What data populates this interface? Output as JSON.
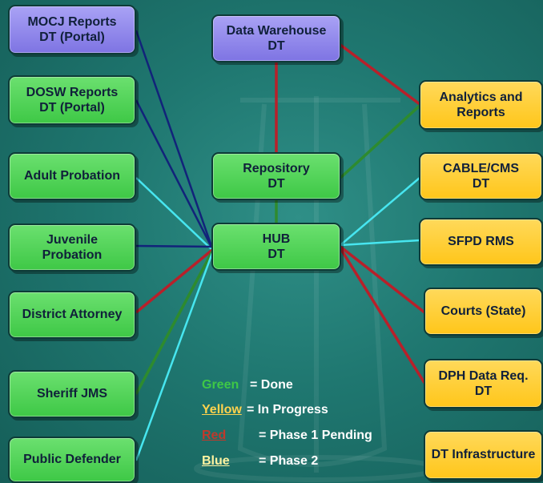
{
  "nodes": {
    "mocj": "MOCJ Reports\nDT (Portal)",
    "dosw": "DOSW Reports\nDT (Portal)",
    "adult_probation": "Adult Probation",
    "juvenile_probation": "Juvenile\nProbation",
    "district_attorney": "District Attorney",
    "sheriff_jms": "Sheriff JMS",
    "public_defender": "Public Defender",
    "data_warehouse": "Data Warehouse\nDT",
    "repository": "Repository\nDT",
    "hub": "HUB\nDT",
    "analytics": "Analytics and\nReports",
    "cable_cms": "CABLE/CMS\nDT",
    "sfpd_rms": "SFPD  RMS",
    "courts_state": "Courts (State)",
    "dph": "DPH Data Req.\nDT",
    "dt_infrastructure": "DT Infrastructure"
  },
  "legend": [
    {
      "key": "Green",
      "value": "= Done",
      "color": "#3ec846"
    },
    {
      "key": "Yellow",
      "value": "= In Progress",
      "color": "#ffd24d"
    },
    {
      "key": "Red",
      "value": "= Phase 1 Pending",
      "color": "#c0392b"
    },
    {
      "key": "Blue",
      "value": "= Phase 2",
      "color": "#fff3a0"
    }
  ],
  "colors": {
    "done_link": "#2e8b2e",
    "pending_link": "#b8202a",
    "phase2_link": "#47e6f0",
    "navy_link": "#12237a"
  },
  "connections": [
    {
      "from": "mocj",
      "to": "hub",
      "color": "navy"
    },
    {
      "from": "dosw",
      "to": "hub",
      "color": "navy"
    },
    {
      "from": "adult_probation",
      "to": "hub",
      "color": "cyan"
    },
    {
      "from": "juvenile_probation",
      "to": "hub",
      "color": "navy"
    },
    {
      "from": "district_attorney",
      "to": "hub",
      "color": "red"
    },
    {
      "from": "sheriff_jms",
      "to": "hub",
      "color": "green"
    },
    {
      "from": "public_defender",
      "to": "hub",
      "color": "cyan"
    },
    {
      "from": "data_warehouse",
      "to": "repository",
      "color": "red"
    },
    {
      "from": "data_warehouse",
      "to": "analytics",
      "color": "red"
    },
    {
      "from": "repository",
      "to": "analytics",
      "color": "green"
    },
    {
      "from": "repository",
      "to": "hub",
      "color": "green"
    },
    {
      "from": "hub",
      "to": "cable_cms",
      "color": "cyan"
    },
    {
      "from": "hub",
      "to": "sfpd_rms",
      "color": "cyan"
    },
    {
      "from": "hub",
      "to": "courts_state",
      "color": "red"
    },
    {
      "from": "hub",
      "to": "dph",
      "color": "red"
    }
  ]
}
